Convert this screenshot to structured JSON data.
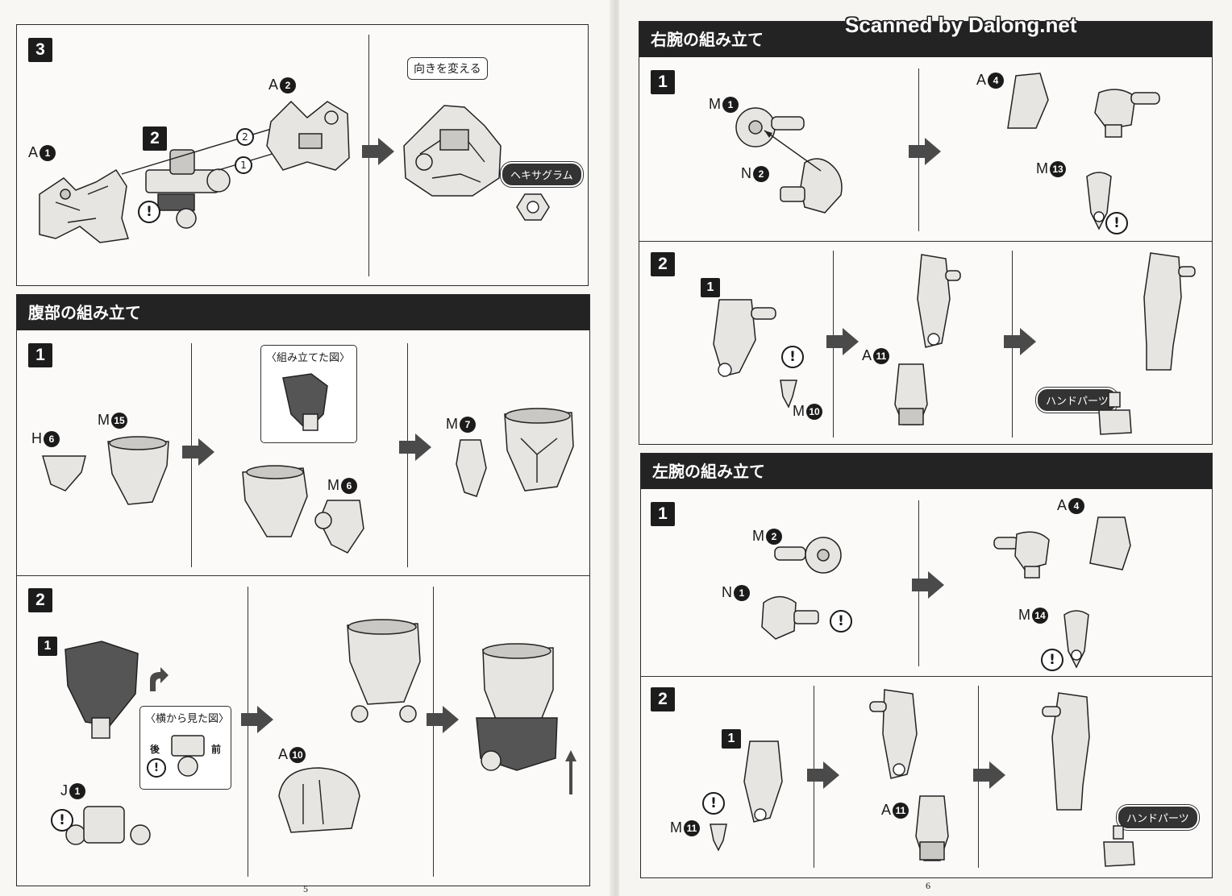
{
  "watermark": "Scanned by Dalong.net",
  "left": {
    "step3": {
      "number": "3",
      "sub_number": "2",
      "parts": {
        "a1": {
          "prefix": "A",
          "num": "1"
        },
        "a2": {
          "prefix": "A",
          "num": "2"
        }
      },
      "order": [
        "2",
        "1"
      ],
      "bubble": "向きを変える",
      "hex_label": "ヘキサグラム",
      "caution": "!"
    },
    "abdomen": {
      "title": "腹部の組み立て",
      "step1": {
        "number": "1",
        "parts": {
          "h6": {
            "prefix": "H",
            "num": "6"
          },
          "m15": {
            "prefix": "M",
            "num": "15"
          },
          "m6": {
            "prefix": "M",
            "num": "6"
          },
          "m7": {
            "prefix": "M",
            "num": "7"
          }
        },
        "inset_label": "〈組み立てた図〉"
      },
      "step2": {
        "number": "2",
        "sub_number": "1",
        "parts": {
          "j1": {
            "prefix": "J",
            "num": "1"
          },
          "a10": {
            "prefix": "A",
            "num": "10"
          }
        },
        "inset_label": "〈横から見た図〉",
        "back": "後",
        "front": "前",
        "caution": "!"
      }
    },
    "page_number": "5"
  },
  "right": {
    "right_arm": {
      "title": "右腕の組み立て",
      "step1": {
        "number": "1",
        "parts": {
          "m1": {
            "prefix": "M",
            "num": "1"
          },
          "n2": {
            "prefix": "N",
            "num": "2"
          },
          "a4": {
            "prefix": "A",
            "num": "4"
          },
          "m13": {
            "prefix": "M",
            "num": "13"
          }
        },
        "caution": "!"
      },
      "step2": {
        "number": "2",
        "sub_number": "1",
        "parts": {
          "a11": {
            "prefix": "A",
            "num": "11"
          },
          "m10": {
            "prefix": "M",
            "num": "10"
          }
        },
        "hand_label": "ハンドパーツ",
        "caution": "!"
      }
    },
    "left_arm": {
      "title": "左腕の組み立て",
      "step1": {
        "number": "1",
        "parts": {
          "m2": {
            "prefix": "M",
            "num": "2"
          },
          "n1": {
            "prefix": "N",
            "num": "1"
          },
          "a4": {
            "prefix": "A",
            "num": "4"
          },
          "m14": {
            "prefix": "M",
            "num": "14"
          }
        },
        "caution": "!"
      },
      "step2": {
        "number": "2",
        "sub_number": "1",
        "parts": {
          "m11": {
            "prefix": "M",
            "num": "11"
          },
          "a11": {
            "prefix": "A",
            "num": "11"
          }
        },
        "hand_label": "ハンドパーツ",
        "caution": "!"
      }
    },
    "page_number": "6"
  },
  "icons": {
    "next_arrow": "next-step-arrow-icon",
    "caution": "caution-icon",
    "hexagram": "hexagram-part-icon"
  },
  "colors": {
    "header_bg": "#232323",
    "part_dark": "#555555",
    "part_light": "#e6e5e2"
  }
}
